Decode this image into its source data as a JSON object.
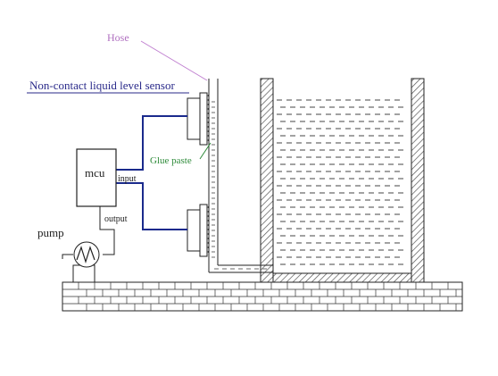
{
  "labels": {
    "hose": "Hose",
    "sensor": "Non-contact liquid level sensor",
    "glue": "Glue paste",
    "mcu": "mcu",
    "input": "input",
    "output": "output",
    "pump": "pump"
  },
  "colors": {
    "hose_label": "#b070c0",
    "sensor_label": "#2a2a8a",
    "glue_label": "#2e8b3a",
    "wire": "#1a2a8c",
    "line": "#222222",
    "hatch": "#555555",
    "water_dash": "#444444"
  }
}
